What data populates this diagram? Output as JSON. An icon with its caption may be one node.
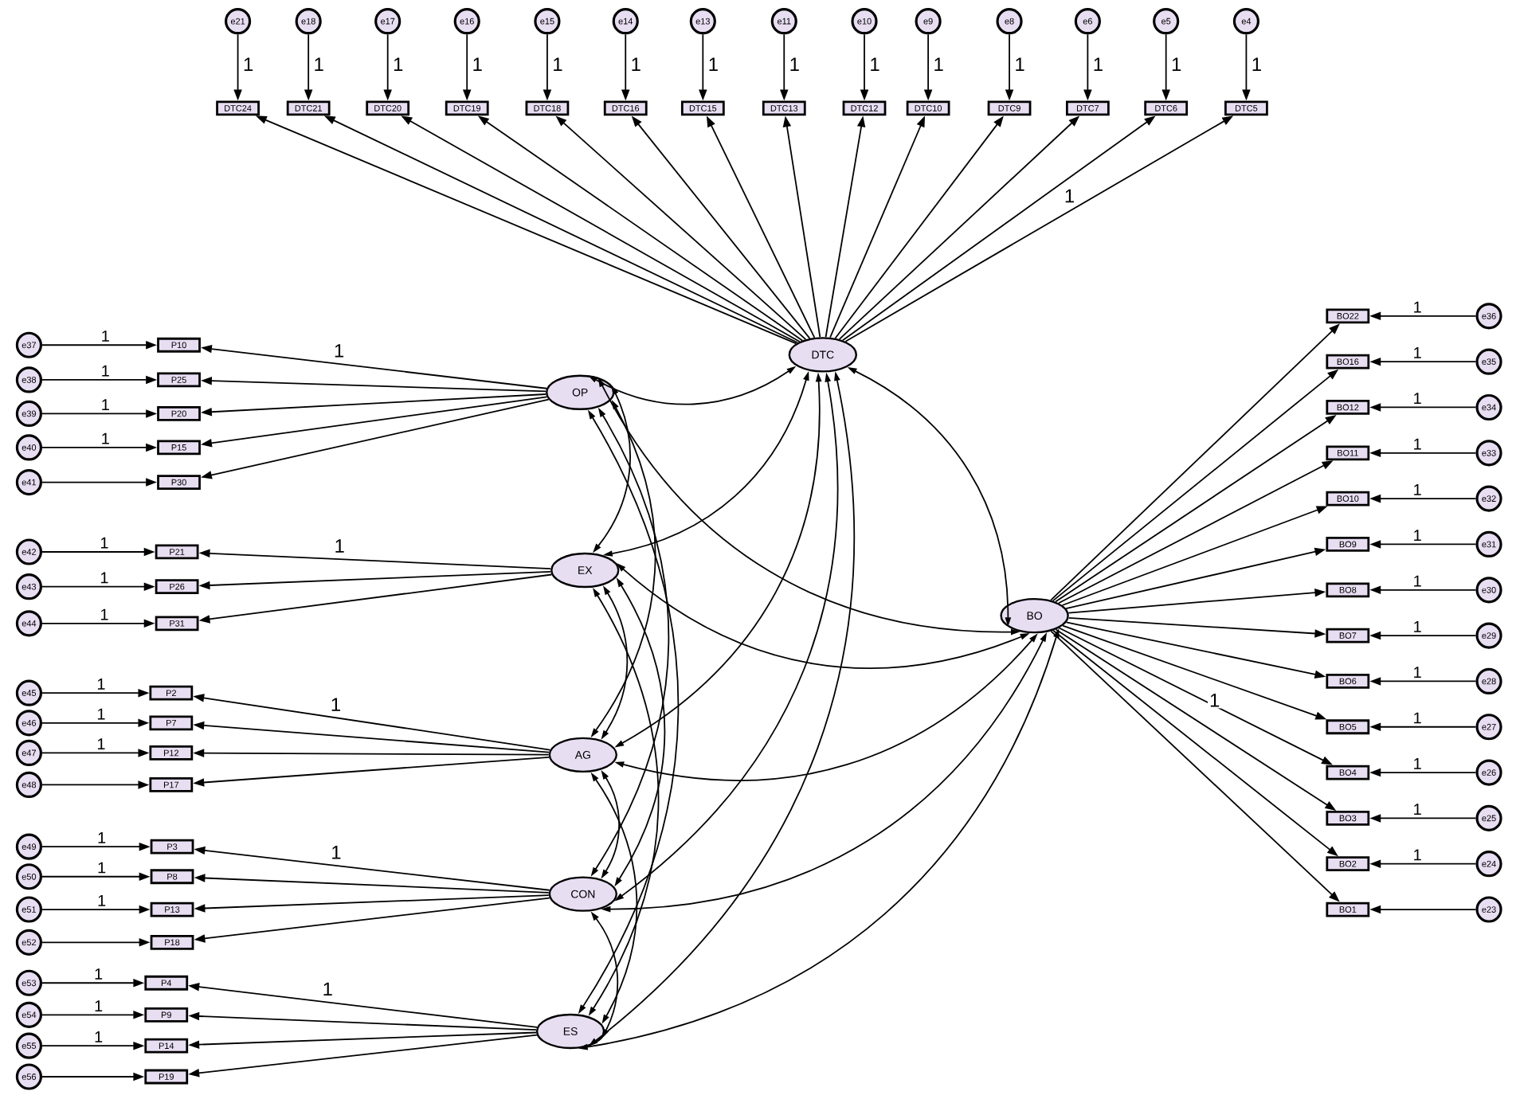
{
  "diagram": {
    "nodes": [
      {
        "text": [
          "e21"
        ]
      },
      {
        "text": [
          "e18"
        ]
      },
      {
        "text": [
          "e17"
        ]
      },
      {
        "text": [
          "e16"
        ]
      },
      {
        "text": [
          "e15"
        ]
      },
      {
        "text": [
          "e14"
        ]
      },
      {
        "text": [
          "e13"
        ]
      },
      {
        "text": [
          "e11"
        ]
      },
      {
        "text": [
          "e10"
        ]
      },
      {
        "text": [
          "e9"
        ]
      },
      {
        "text": [
          "e8"
        ]
      },
      {
        "text": [
          "e6"
        ]
      },
      {
        "text": [
          "e5"
        ]
      },
      {
        "text": [
          "e4"
        ]
      },
      {
        "text": [
          "DTC24"
        ]
      },
      {
        "text": [
          "DTC21"
        ]
      },
      {
        "text": [
          "DTC20"
        ]
      },
      {
        "text": [
          "DTC19"
        ]
      },
      {
        "text": [
          "DTC18"
        ]
      },
      {
        "text": [
          "DTC16"
        ]
      },
      {
        "text": [
          "DTC15"
        ]
      },
      {
        "text": [
          "DTC13"
        ]
      },
      {
        "text": [
          "DTC12"
        ]
      },
      {
        "text": [
          "DTC10"
        ]
      },
      {
        "text": [
          "DTC9"
        ]
      },
      {
        "text": [
          "DTC7"
        ]
      },
      {
        "text": [
          "DTC6"
        ]
      },
      {
        "text": [
          "DTC5"
        ]
      },
      {
        "text": [
          "DTC"
        ]
      },
      {
        "text": [
          "e37"
        ]
      },
      {
        "text": [
          "e38"
        ]
      },
      {
        "text": [
          "e39"
        ]
      },
      {
        "text": [
          "e40"
        ]
      },
      {
        "text": [
          "e41"
        ]
      },
      {
        "text": [
          "P10"
        ]
      },
      {
        "text": [
          "P25"
        ]
      },
      {
        "text": [
          "P20"
        ]
      },
      {
        "text": [
          "P15"
        ]
      },
      {
        "text": [
          "P30"
        ]
      },
      {
        "text": [
          "OP"
        ]
      },
      {
        "text": [
          "e42"
        ]
      },
      {
        "text": [
          "e43"
        ]
      },
      {
        "text": [
          "e44"
        ]
      },
      {
        "text": [
          "P21"
        ]
      },
      {
        "text": [
          "P26"
        ]
      },
      {
        "text": [
          "P31"
        ]
      },
      {
        "text": [
          "EX"
        ]
      },
      {
        "text": [
          "e45"
        ]
      },
      {
        "text": [
          "e46"
        ]
      },
      {
        "text": [
          "e47"
        ]
      },
      {
        "text": [
          "e48"
        ]
      },
      {
        "text": [
          "P2"
        ]
      },
      {
        "text": [
          "P7"
        ]
      },
      {
        "text": [
          "P12"
        ]
      },
      {
        "text": [
          "P17"
        ]
      },
      {
        "text": [
          "AG"
        ]
      },
      {
        "text": [
          "e49"
        ]
      },
      {
        "text": [
          "e50"
        ]
      },
      {
        "text": [
          "e51"
        ]
      },
      {
        "text": [
          "e52"
        ]
      },
      {
        "text": [
          "P3"
        ]
      },
      {
        "text": [
          "P8"
        ]
      },
      {
        "text": [
          "P13"
        ]
      },
      {
        "text": [
          "P18"
        ]
      },
      {
        "text": [
          "CON"
        ]
      },
      {
        "text": [
          "e53"
        ]
      },
      {
        "text": [
          "e54"
        ]
      },
      {
        "text": [
          "e55"
        ]
      },
      {
        "text": [
          "e56"
        ]
      },
      {
        "text": [
          "P4"
        ]
      },
      {
        "text": [
          "P9"
        ]
      },
      {
        "text": [
          "P14"
        ]
      },
      {
        "text": [
          "P19"
        ]
      },
      {
        "text": [
          "ES"
        ]
      },
      {
        "text": [
          "BO"
        ]
      },
      {
        "text": [
          "BO22"
        ]
      },
      {
        "text": [
          "BO16"
        ]
      },
      {
        "text": [
          "BO12"
        ]
      },
      {
        "text": [
          "BO11"
        ]
      },
      {
        "text": [
          "BO10"
        ]
      },
      {
        "text": [
          "BO9"
        ]
      },
      {
        "text": [
          "BO8"
        ]
      },
      {
        "text": [
          "BO7"
        ]
      },
      {
        "text": [
          "BO6"
        ]
      },
      {
        "text": [
          "BO5"
        ]
      },
      {
        "text": [
          "BO4"
        ]
      },
      {
        "text": [
          "BO3"
        ]
      },
      {
        "text": [
          "BO2"
        ]
      },
      {
        "text": [
          "BO1"
        ]
      },
      {
        "text": [
          "e36"
        ]
      },
      {
        "text": [
          "e35"
        ]
      },
      {
        "text": [
          "e34"
        ]
      },
      {
        "text": [
          "e33"
        ]
      },
      {
        "text": [
          "e32"
        ]
      },
      {
        "text": [
          "e31"
        ]
      },
      {
        "text": [
          "e30"
        ]
      },
      {
        "text": [
          "e29"
        ]
      },
      {
        "text": [
          "e28"
        ]
      },
      {
        "text": [
          "e27"
        ]
      },
      {
        "text": [
          "e26"
        ]
      },
      {
        "text": [
          "e25"
        ]
      },
      {
        "text": [
          "e24"
        ]
      },
      {
        "text": [
          "e23"
        ]
      }
    ],
    "edges": [
      {
        "from": 0,
        "to": 14,
        "arrow": "to",
        "label": "1"
      },
      {
        "from": 1,
        "to": 15,
        "arrow": "to",
        "label": "1"
      },
      {
        "from": 2,
        "to": 16,
        "arrow": "to",
        "label": "1"
      },
      {
        "from": 3,
        "to": 17,
        "arrow": "to",
        "label": "1"
      },
      {
        "from": 4,
        "to": 18,
        "arrow": "to",
        "label": "1"
      },
      {
        "from": 5,
        "to": 19,
        "arrow": "to",
        "label": "1"
      },
      {
        "from": 6,
        "to": 20,
        "arrow": "to",
        "label": "1"
      },
      {
        "from": 7,
        "to": 21,
        "arrow": "to",
        "label": "1"
      },
      {
        "from": 8,
        "to": 22,
        "arrow": "to",
        "label": "1"
      },
      {
        "from": 9,
        "to": 23,
        "arrow": "to",
        "label": "1"
      },
      {
        "from": 10,
        "to": 24,
        "arrow": "to",
        "label": "1"
      },
      {
        "from": 11,
        "to": 25,
        "arrow": "to",
        "label": "1"
      },
      {
        "from": 12,
        "to": 26,
        "arrow": "to",
        "label": "1"
      },
      {
        "from": 13,
        "to": 27,
        "arrow": "to",
        "label": "1"
      },
      {
        "from": 28,
        "to": 14,
        "arrow": "to"
      },
      {
        "from": 28,
        "to": 15,
        "arrow": "to"
      },
      {
        "from": 28,
        "to": 16,
        "arrow": "to"
      },
      {
        "from": 28,
        "to": 17,
        "arrow": "to"
      },
      {
        "from": 28,
        "to": 18,
        "arrow": "to"
      },
      {
        "from": 28,
        "to": 19,
        "arrow": "to"
      },
      {
        "from": 28,
        "to": 20,
        "arrow": "to"
      },
      {
        "from": 28,
        "to": 21,
        "arrow": "to"
      },
      {
        "from": 28,
        "to": 22,
        "arrow": "to"
      },
      {
        "from": 28,
        "to": 23,
        "arrow": "to"
      },
      {
        "from": 28,
        "to": 24,
        "arrow": "to"
      },
      {
        "from": 28,
        "to": 25,
        "arrow": "to"
      },
      {
        "from": 28,
        "to": 26,
        "arrow": "to"
      },
      {
        "from": 28,
        "to": 27,
        "arrow": "to",
        "label": "1"
      },
      {
        "from": 29,
        "to": 34,
        "arrow": "to",
        "label": "1"
      },
      {
        "from": 30,
        "to": 35,
        "arrow": "to",
        "label": "1"
      },
      {
        "from": 31,
        "to": 36,
        "arrow": "to",
        "label": "1"
      },
      {
        "from": 32,
        "to": 37,
        "arrow": "to",
        "label": "1"
      },
      {
        "from": 33,
        "to": 38,
        "arrow": "to"
      },
      {
        "from": 39,
        "to": 34,
        "arrow": "to",
        "label": "1"
      },
      {
        "from": 39,
        "to": 35,
        "arrow": "to"
      },
      {
        "from": 39,
        "to": 36,
        "arrow": "to"
      },
      {
        "from": 39,
        "to": 37,
        "arrow": "to"
      },
      {
        "from": 39,
        "to": 38,
        "arrow": "to"
      },
      {
        "from": 40,
        "to": 43,
        "arrow": "to",
        "label": "1"
      },
      {
        "from": 41,
        "to": 44,
        "arrow": "to",
        "label": "1"
      },
      {
        "from": 42,
        "to": 45,
        "arrow": "to",
        "label": "1"
      },
      {
        "from": 46,
        "to": 43,
        "arrow": "to",
        "label": "1"
      },
      {
        "from": 46,
        "to": 44,
        "arrow": "to"
      },
      {
        "from": 46,
        "to": 45,
        "arrow": "to"
      },
      {
        "from": 47,
        "to": 51,
        "arrow": "to",
        "label": "1"
      },
      {
        "from": 48,
        "to": 52,
        "arrow": "to",
        "label": "1"
      },
      {
        "from": 49,
        "to": 53,
        "arrow": "to",
        "label": "1"
      },
      {
        "from": 50,
        "to": 54,
        "arrow": "to"
      },
      {
        "from": 55,
        "to": 51,
        "arrow": "to",
        "label": "1"
      },
      {
        "from": 55,
        "to": 52,
        "arrow": "to"
      },
      {
        "from": 55,
        "to": 53,
        "arrow": "to"
      },
      {
        "from": 55,
        "to": 54,
        "arrow": "to"
      },
      {
        "from": 56,
        "to": 60,
        "arrow": "to",
        "label": "1"
      },
      {
        "from": 57,
        "to": 61,
        "arrow": "to",
        "label": "1"
      },
      {
        "from": 58,
        "to": 62,
        "arrow": "to",
        "label": "1"
      },
      {
        "from": 59,
        "to": 63,
        "arrow": "to"
      },
      {
        "from": 64,
        "to": 60,
        "arrow": "to",
        "label": "1"
      },
      {
        "from": 64,
        "to": 61,
        "arrow": "to"
      },
      {
        "from": 64,
        "to": 62,
        "arrow": "to"
      },
      {
        "from": 64,
        "to": 63,
        "arrow": "to"
      },
      {
        "from": 65,
        "to": 69,
        "arrow": "to",
        "label": "1"
      },
      {
        "from": 66,
        "to": 70,
        "arrow": "to",
        "label": "1"
      },
      {
        "from": 67,
        "to": 71,
        "arrow": "to",
        "label": "1"
      },
      {
        "from": 68,
        "to": 72,
        "arrow": "to"
      },
      {
        "from": 73,
        "to": 69,
        "arrow": "to",
        "label": "1"
      },
      {
        "from": 73,
        "to": 70,
        "arrow": "to"
      },
      {
        "from": 73,
        "to": 71,
        "arrow": "to"
      },
      {
        "from": 73,
        "to": 72,
        "arrow": "to"
      },
      {
        "from": 74,
        "to": 75,
        "arrow": "to"
      },
      {
        "from": 74,
        "to": 76,
        "arrow": "to"
      },
      {
        "from": 74,
        "to": 77,
        "arrow": "to"
      },
      {
        "from": 74,
        "to": 78,
        "arrow": "to"
      },
      {
        "from": 74,
        "to": 79,
        "arrow": "to"
      },
      {
        "from": 74,
        "to": 80,
        "arrow": "to"
      },
      {
        "from": 74,
        "to": 81,
        "arrow": "to"
      },
      {
        "from": 74,
        "to": 82,
        "arrow": "to"
      },
      {
        "from": 74,
        "to": 83,
        "arrow": "to"
      },
      {
        "from": 74,
        "to": 84,
        "arrow": "to"
      },
      {
        "from": 74,
        "to": 85,
        "arrow": "to",
        "label": "1"
      },
      {
        "from": 74,
        "to": 86,
        "arrow": "to"
      },
      {
        "from": 74,
        "to": 87,
        "arrow": "to"
      },
      {
        "from": 74,
        "to": 88,
        "arrow": "to"
      },
      {
        "from": 89,
        "to": 75,
        "arrow": "to",
        "label": "1"
      },
      {
        "from": 90,
        "to": 76,
        "arrow": "to",
        "label": "1"
      },
      {
        "from": 91,
        "to": 77,
        "arrow": "to",
        "label": "1"
      },
      {
        "from": 92,
        "to": 78,
        "arrow": "to",
        "label": "1"
      },
      {
        "from": 93,
        "to": 79,
        "arrow": "to",
        "label": "1"
      },
      {
        "from": 94,
        "to": 80,
        "arrow": "to",
        "label": "1"
      },
      {
        "from": 95,
        "to": 81,
        "arrow": "to",
        "label": "1"
      },
      {
        "from": 96,
        "to": 82,
        "arrow": "to",
        "label": "1"
      },
      {
        "from": 97,
        "to": 83,
        "arrow": "to",
        "label": "1"
      },
      {
        "from": 98,
        "to": 84,
        "arrow": "to",
        "label": "1"
      },
      {
        "from": 99,
        "to": 85,
        "arrow": "to",
        "label": "1"
      },
      {
        "from": 100,
        "to": 86,
        "arrow": "to",
        "label": "1"
      },
      {
        "from": 101,
        "to": 87,
        "arrow": "to",
        "label": "1"
      },
      {
        "from": 102,
        "to": 88,
        "arrow": "to"
      },
      {
        "from": 39,
        "to": 28,
        "arrow": "both"
      },
      {
        "from": 39,
        "to": 46,
        "arrow": "both"
      },
      {
        "from": 39,
        "to": 55,
        "arrow": "both"
      },
      {
        "from": 39,
        "to": 64,
        "arrow": "both"
      },
      {
        "from": 39,
        "to": 73,
        "arrow": "both"
      },
      {
        "from": 39,
        "to": 74,
        "arrow": "both"
      },
      {
        "from": 46,
        "to": 28,
        "arrow": "both"
      },
      {
        "from": 46,
        "to": 55,
        "arrow": "both"
      },
      {
        "from": 46,
        "to": 64,
        "arrow": "both"
      },
      {
        "from": 46,
        "to": 73,
        "arrow": "both"
      },
      {
        "from": 46,
        "to": 74,
        "arrow": "both"
      },
      {
        "from": 55,
        "to": 28,
        "arrow": "both"
      },
      {
        "from": 55,
        "to": 64,
        "arrow": "both"
      },
      {
        "from": 55,
        "to": 73,
        "arrow": "both"
      },
      {
        "from": 55,
        "to": 74,
        "arrow": "both"
      },
      {
        "from": 64,
        "to": 28,
        "arrow": "both"
      },
      {
        "from": 64,
        "to": 73,
        "arrow": "both"
      },
      {
        "from": 64,
        "to": 74,
        "arrow": "both"
      },
      {
        "from": 73,
        "to": 28,
        "arrow": "both"
      },
      {
        "from": 73,
        "to": 74,
        "arrow": "both"
      },
      {
        "from": 28,
        "to": 74,
        "arrow": "both"
      }
    ]
  }
}
